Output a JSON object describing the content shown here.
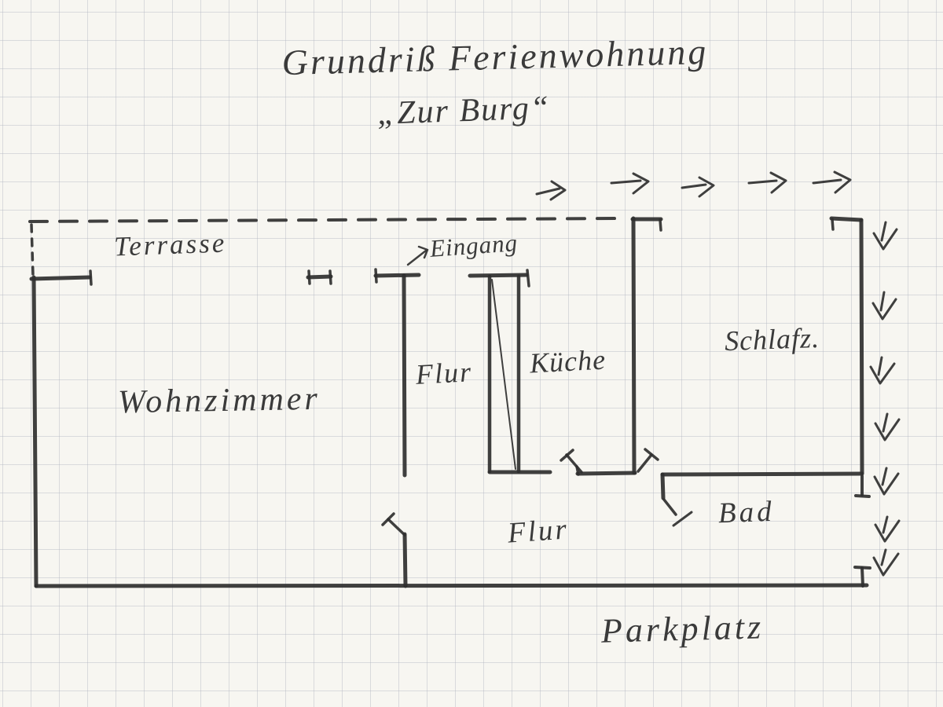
{
  "page": {
    "paper_color": "#f7f6f1",
    "grid_color": "#b0b4c0",
    "pencil_color": "#2f2f2f",
    "text_color": "#3a3a3a"
  },
  "title": {
    "line1": "Grundriß Ferienwohnung",
    "line2": "„Zur Burg“"
  },
  "rooms": {
    "terrasse": "Terrasse",
    "eingang": "Eingang",
    "wohnzimmer": "Wohnzimmer",
    "flur_upper": "Flur",
    "kueche": "Küche",
    "schlafzimmer": "Schlafz.",
    "bad": "Bad",
    "flur_lower": "Flur",
    "parkplatz": "Parkplatz"
  },
  "annotations": {
    "top_arrows": {
      "count": 5,
      "direction": "right"
    },
    "right_arrows": {
      "count": 7,
      "direction": "down"
    }
  },
  "floorplan": {
    "stroke_color": "#2f2f2f",
    "strokes": [
      {
        "name": "terrace-boundary-dashed",
        "points": [
          [
            38,
            282
          ],
          [
            793,
            278
          ]
        ],
        "width": 4,
        "dash": "22 16"
      },
      {
        "name": "terrace-left-dashed",
        "points": [
          [
            40,
            286
          ],
          [
            42,
            350
          ]
        ],
        "width": 3.5,
        "dash": "9 9"
      },
      {
        "name": "left-wall",
        "points": [
          [
            43,
            353
          ],
          [
            46,
            746
          ]
        ],
        "width": 5
      },
      {
        "name": "bottom-wall",
        "points": [
          [
            46,
            746
          ],
          [
            1103,
            745
          ]
        ],
        "width": 5
      },
      {
        "name": "front-wall-segment-1",
        "points": [
          [
            40,
            355
          ],
          [
            114,
            353
          ]
        ],
        "width": 5
      },
      {
        "name": "front-wall-jamb-1",
        "points": [
          [
            115,
            345
          ],
          [
            116,
            362
          ]
        ],
        "width": 3.5
      },
      {
        "name": "window-pier-jamb-left",
        "points": [
          [
            393,
            345
          ],
          [
            394,
            361
          ]
        ],
        "width": 3.5
      },
      {
        "name": "window-pier",
        "points": [
          [
            392,
            353
          ],
          [
            421,
            352
          ]
        ],
        "width": 5
      },
      {
        "name": "window-pier-jamb-right",
        "points": [
          [
            420,
            345
          ],
          [
            421,
            361
          ]
        ],
        "width": 3.5
      },
      {
        "name": "hall-top-wall",
        "points": [
          [
            478,
            351
          ],
          [
            533,
            350
          ]
        ],
        "width": 5
      },
      {
        "name": "hall-top-wall-jamb",
        "points": [
          [
            478,
            343
          ],
          [
            479,
            359
          ]
        ],
        "width": 3.5
      },
      {
        "name": "hall-left-wall",
        "points": [
          [
            514,
            351
          ],
          [
            515,
            605
          ]
        ],
        "width": 5
      },
      {
        "name": "entrance-right-wall",
        "points": [
          [
            598,
            351
          ],
          [
            670,
            350
          ]
        ],
        "width": 5
      },
      {
        "name": "entrance-right-jamb",
        "points": [
          [
            671,
            344
          ],
          [
            673,
            364
          ]
        ],
        "width": 3.5
      },
      {
        "name": "kitchen-partition-left",
        "points": [
          [
            623,
            352
          ],
          [
            623,
            600
          ]
        ],
        "width": 4.5
      },
      {
        "name": "kitchen-partition-right",
        "points": [
          [
            660,
            352
          ],
          [
            660,
            600
          ]
        ],
        "width": 4.5
      },
      {
        "name": "kitchen-partition-diagonal",
        "points": [
          [
            626,
            356
          ],
          [
            656,
            597
          ]
        ],
        "width": 2
      },
      {
        "name": "kitchen-bottom-wall",
        "points": [
          [
            623,
            601
          ],
          [
            700,
            601
          ]
        ],
        "width": 5
      },
      {
        "name": "kitchen-door-leaf",
        "points": [
          [
            740,
            601
          ],
          [
            721,
            579
          ]
        ],
        "width": 3.5
      },
      {
        "name": "kitchen-door-leaf-cap",
        "points": [
          [
            714,
            586
          ],
          [
            729,
            573
          ]
        ],
        "width": 3.5
      },
      {
        "name": "lower-hall-top-wall",
        "points": [
          [
            735,
            603
          ],
          [
            808,
            602
          ]
        ],
        "width": 5
      },
      {
        "name": "lower-hall-top-wall-tick",
        "points": [
          [
            734,
            594
          ],
          [
            736,
            604
          ]
        ],
        "width": 3.5
      },
      {
        "name": "bedroom-left-wall",
        "points": [
          [
            806,
            278
          ],
          [
            807,
            602
          ]
        ],
        "width": 5
      },
      {
        "name": "bedroom-door-leaf",
        "points": [
          [
            812,
            600
          ],
          [
            829,
            579
          ]
        ],
        "width": 3.5
      },
      {
        "name": "bedroom-door-leaf-cap",
        "points": [
          [
            821,
            572
          ],
          [
            837,
            585
          ]
        ],
        "width": 3.5
      },
      {
        "name": "top-wall-right-segment-1",
        "points": [
          [
            805,
            279
          ],
          [
            841,
            279
          ]
        ],
        "width": 5
      },
      {
        "name": "top-wall-right-segment-1-tick",
        "points": [
          [
            840,
            280
          ],
          [
            841,
            293
          ]
        ],
        "width": 3.5
      },
      {
        "name": "top-wall-right-segment-2",
        "points": [
          [
            1058,
            278
          ],
          [
            1096,
            280
          ]
        ],
        "width": 5
      },
      {
        "name": "top-wall-right-segment-2-tick",
        "points": [
          [
            1059,
            279
          ],
          [
            1060,
            292
          ]
        ],
        "width": 3.5
      },
      {
        "name": "right-wall",
        "points": [
          [
            1096,
            280
          ],
          [
            1097,
            602
          ]
        ],
        "width": 5
      },
      {
        "name": "bath-top-wall",
        "points": [
          [
            843,
            604
          ],
          [
            1097,
            603
          ]
        ],
        "width": 5
      },
      {
        "name": "bath-wall-stub",
        "points": [
          [
            843,
            604
          ],
          [
            844,
            634
          ]
        ],
        "width": 5
      },
      {
        "name": "bath-door-leaf",
        "points": [
          [
            845,
            636
          ],
          [
            860,
            655
          ]
        ],
        "width": 3.5
      },
      {
        "name": "bath-door-swing",
        "points": [
          [
            857,
            669
          ],
          [
            880,
            652
          ]
        ],
        "width": 3
      },
      {
        "name": "right-door-jamb-upper",
        "points": [
          [
            1097,
            606
          ],
          [
            1097,
            630
          ]
        ],
        "width": 4
      },
      {
        "name": "right-door-jamb-upper-cap",
        "points": [
          [
            1089,
            631
          ],
          [
            1106,
            632
          ]
        ],
        "width": 4
      },
      {
        "name": "right-door-jamb-lower-cap",
        "points": [
          [
            1088,
            722
          ],
          [
            1107,
            723
          ]
        ],
        "width": 4
      },
      {
        "name": "right-door-jamb-lower",
        "points": [
          [
            1097,
            723
          ],
          [
            1098,
            746
          ]
        ],
        "width": 4
      },
      {
        "name": "living-room-door-wall",
        "points": [
          [
            515,
            680
          ],
          [
            516,
            746
          ]
        ],
        "width": 5
      },
      {
        "name": "living-room-door-leaf",
        "points": [
          [
            515,
            681
          ],
          [
            494,
            661
          ]
        ],
        "width": 3.5
      },
      {
        "name": "living-room-door-leaf-cap",
        "points": [
          [
            487,
            668
          ],
          [
            501,
            654
          ]
        ],
        "width": 3.5
      },
      {
        "name": "entrance-pointer-shaft",
        "points": [
          [
            519,
            337
          ],
          [
            542,
            319
          ]
        ],
        "width": 2.5
      },
      {
        "name": "entrance-pointer-head",
        "points": [
          [
            533,
            314
          ],
          [
            544,
            318
          ],
          [
            540,
            328
          ]
        ],
        "width": 2.5
      },
      {
        "name": "top-arrow-1-shaft",
        "points": [
          [
            683,
            247
          ],
          [
            712,
            240
          ]
        ],
        "width": 3
      },
      {
        "name": "top-arrow-1-head",
        "points": [
          [
            702,
            231
          ],
          [
            719,
            242
          ],
          [
            701,
            254
          ]
        ],
        "width": 3
      },
      {
        "name": "top-arrow-2-shaft",
        "points": [
          [
            778,
            233
          ],
          [
            815,
            230
          ]
        ],
        "width": 3
      },
      {
        "name": "top-arrow-2-head",
        "points": [
          [
            806,
            221
          ],
          [
            825,
            231
          ],
          [
            806,
            246
          ]
        ],
        "width": 3
      },
      {
        "name": "top-arrow-3-shaft",
        "points": [
          [
            868,
            239
          ],
          [
            898,
            235
          ]
        ],
        "width": 3
      },
      {
        "name": "top-arrow-3-head",
        "points": [
          [
            890,
            226
          ],
          [
            908,
            236
          ],
          [
            890,
            250
          ]
        ],
        "width": 3
      },
      {
        "name": "top-arrow-4-shaft",
        "points": [
          [
            953,
            233
          ],
          [
            988,
            230
          ]
        ],
        "width": 3
      },
      {
        "name": "top-arrow-4-head",
        "points": [
          [
            981,
            220
          ],
          [
            1000,
            230
          ],
          [
            982,
            245
          ]
        ],
        "width": 3
      },
      {
        "name": "top-arrow-5-shaft",
        "points": [
          [
            1035,
            233
          ],
          [
            1070,
            229
          ]
        ],
        "width": 3
      },
      {
        "name": "top-arrow-5-head",
        "points": [
          [
            1062,
            219
          ],
          [
            1082,
            229
          ],
          [
            1063,
            245
          ]
        ],
        "width": 3
      },
      {
        "name": "right-arrow-1-shaft",
        "points": [
          [
            1127,
            283
          ],
          [
            1122,
            306
          ]
        ],
        "width": 3
      },
      {
        "name": "right-arrow-1-head",
        "points": [
          [
            1112,
            297
          ],
          [
            1124,
            317
          ],
          [
            1141,
            292
          ]
        ],
        "width": 3
      },
      {
        "name": "right-arrow-2-shaft",
        "points": [
          [
            1125,
            372
          ],
          [
            1121,
            395
          ]
        ],
        "width": 3
      },
      {
        "name": "right-arrow-2-head",
        "points": [
          [
            1111,
            386
          ],
          [
            1123,
            406
          ],
          [
            1140,
            381
          ]
        ],
        "width": 3
      },
      {
        "name": "right-arrow-3-shaft",
        "points": [
          [
            1122,
            455
          ],
          [
            1118,
            477
          ]
        ],
        "width": 3
      },
      {
        "name": "right-arrow-3-head",
        "points": [
          [
            1108,
            467
          ],
          [
            1120,
            488
          ],
          [
            1138,
            463
          ]
        ],
        "width": 3
      },
      {
        "name": "right-arrow-4-shaft",
        "points": [
          [
            1129,
            527
          ],
          [
            1124,
            549
          ]
        ],
        "width": 3
      },
      {
        "name": "right-arrow-4-head",
        "points": [
          [
            1114,
            539
          ],
          [
            1126,
            560
          ],
          [
            1144,
            534
          ]
        ],
        "width": 3
      },
      {
        "name": "right-arrow-5-shaft",
        "points": [
          [
            1128,
            596
          ],
          [
            1123,
            617
          ]
        ],
        "width": 3
      },
      {
        "name": "right-arrow-5-head",
        "points": [
          [
            1113,
            607
          ],
          [
            1125,
            629
          ],
          [
            1143,
            603
          ]
        ],
        "width": 3
      },
      {
        "name": "right-arrow-6-shaft",
        "points": [
          [
            1129,
            658
          ],
          [
            1124,
            678
          ]
        ],
        "width": 3
      },
      {
        "name": "right-arrow-6-head",
        "points": [
          [
            1114,
            668
          ],
          [
            1126,
            689
          ],
          [
            1144,
            663
          ]
        ],
        "width": 3
      },
      {
        "name": "right-arrow-7-shaft",
        "points": [
          [
            1127,
            700
          ],
          [
            1122,
            719
          ]
        ],
        "width": 3
      },
      {
        "name": "right-arrow-7-head",
        "points": [
          [
            1112,
            710
          ],
          [
            1124,
            732
          ],
          [
            1143,
            705
          ]
        ],
        "width": 3
      }
    ]
  }
}
